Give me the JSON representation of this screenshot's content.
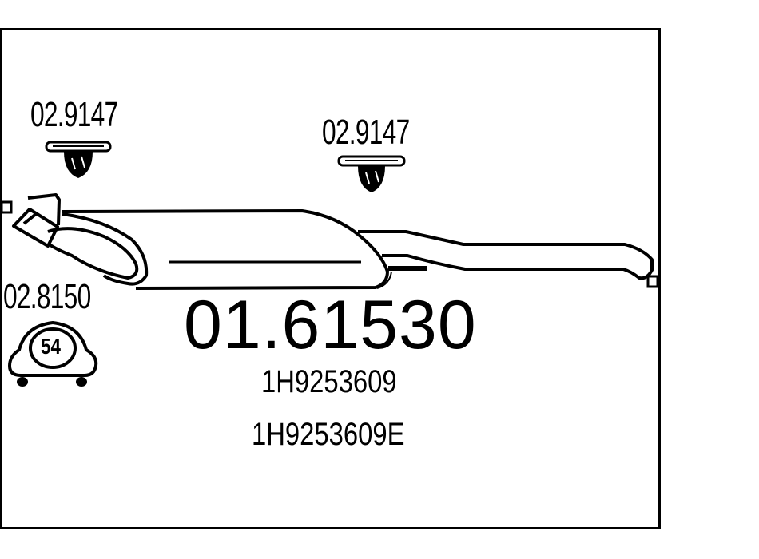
{
  "diagram": {
    "type": "exhaust-part-diagram",
    "main_part_number": "01.61530",
    "oem_numbers": [
      "1H9253609",
      "1H9253609E"
    ],
    "accessories": [
      {
        "code": "02.9147",
        "kind": "clip",
        "position": "top-left"
      },
      {
        "code": "02.9147",
        "kind": "clip",
        "position": "top-center"
      },
      {
        "code": "02.8150",
        "kind": "rubber-hanger",
        "position": "left",
        "badge": "54"
      }
    ],
    "colors": {
      "line": "#000000",
      "background": "#ffffff"
    }
  }
}
